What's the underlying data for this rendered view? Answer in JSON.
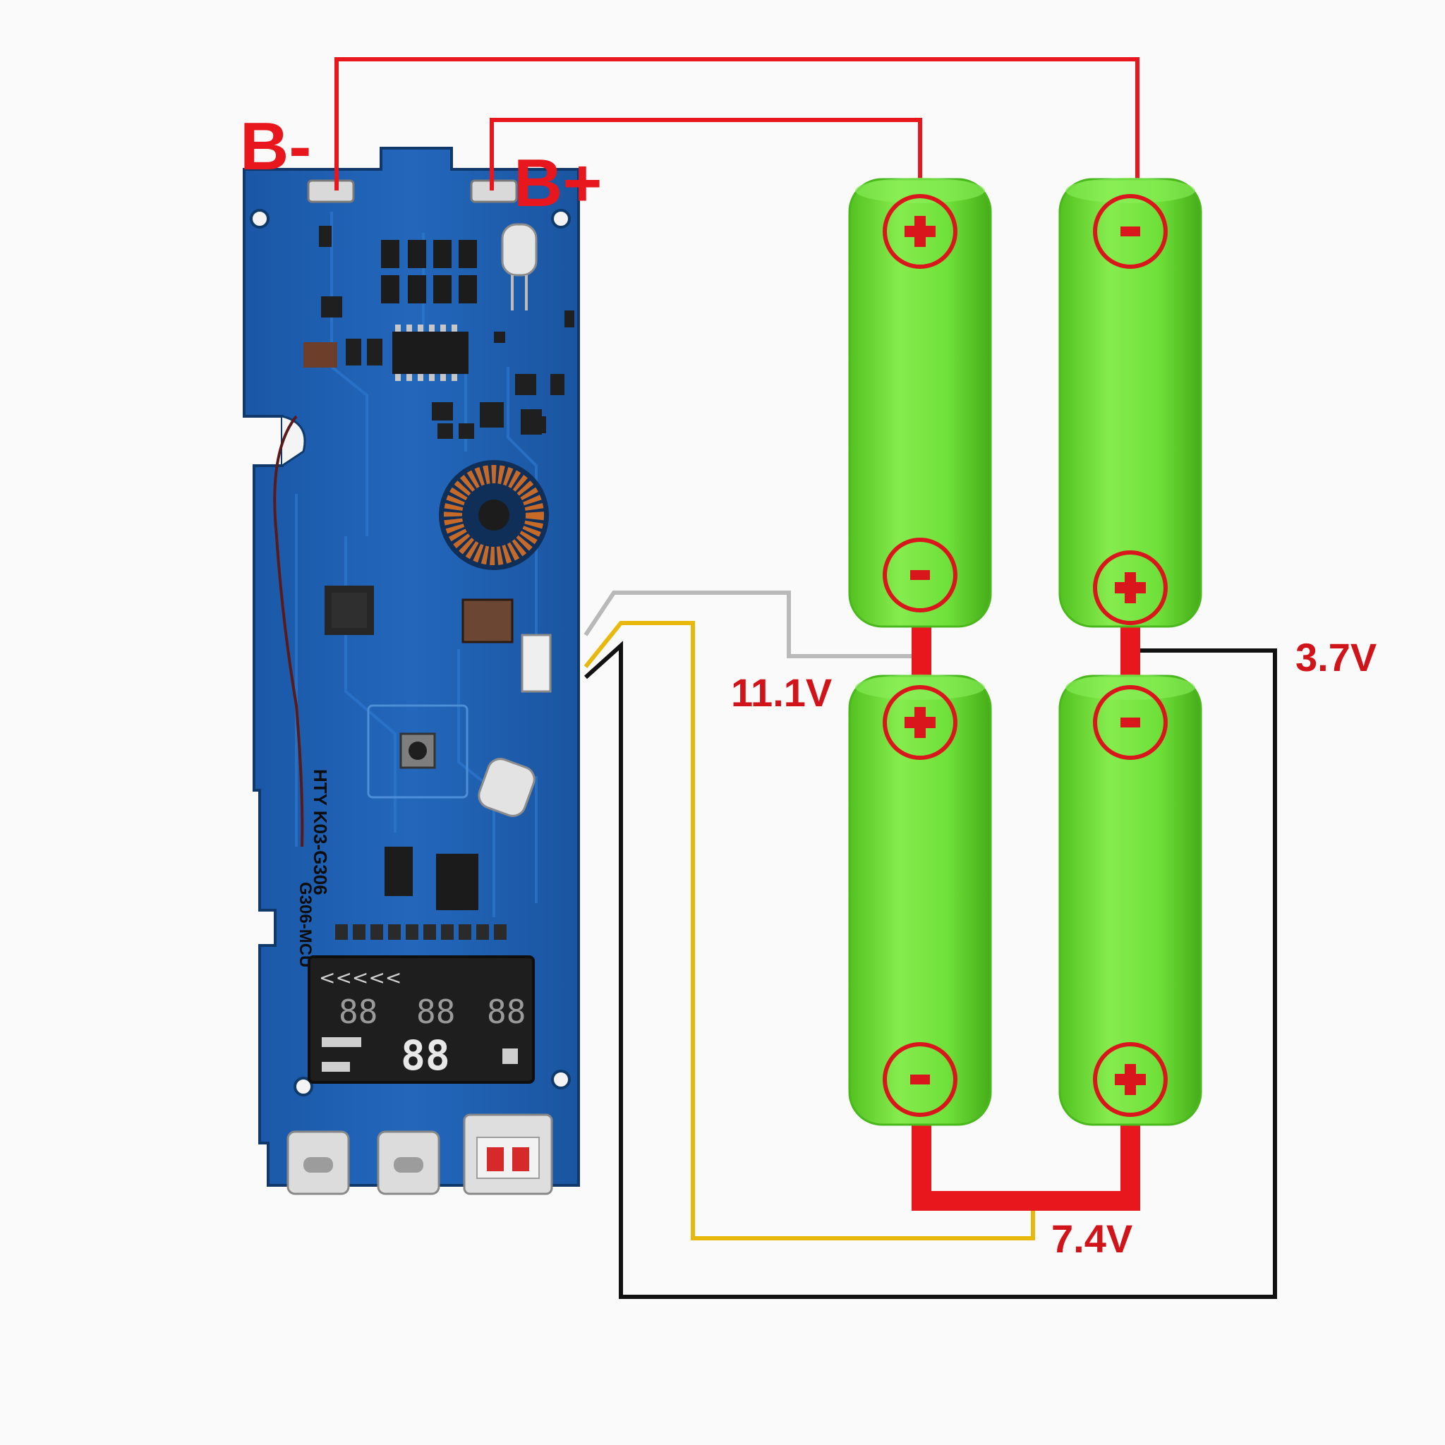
{
  "labels": {
    "b_minus": "B-",
    "b_plus": "B+",
    "tap_11": "11.1V",
    "tap_37": "3.7V",
    "tap_74": "7.4V"
  },
  "board": {
    "silkscreen_1": "HTY K03-G306",
    "silkscreen_2": "G306-MCU",
    "display_digits": [
      "88",
      "88",
      "88",
      "88"
    ]
  },
  "cells": [
    {
      "name": "cell-top-left",
      "top_polarity": "+",
      "bottom_polarity": "-"
    },
    {
      "name": "cell-top-right",
      "top_polarity": "-",
      "bottom_polarity": "+"
    },
    {
      "name": "cell-bottom-left",
      "top_polarity": "+",
      "bottom_polarity": "-"
    },
    {
      "name": "cell-bottom-right",
      "top_polarity": "-",
      "bottom_polarity": "+"
    }
  ],
  "colors": {
    "board": "#1f5fb0",
    "board_dark": "#15467f",
    "cell": "#6fe03a",
    "cell_edge": "#4ab81d",
    "polarity_mark": "#d9161c",
    "wire_red": "#e8171d",
    "wire_yellow": "#e8b80c",
    "wire_gray": "#b9b9b9",
    "wire_black": "#111111",
    "label_red": "#d0141a"
  }
}
